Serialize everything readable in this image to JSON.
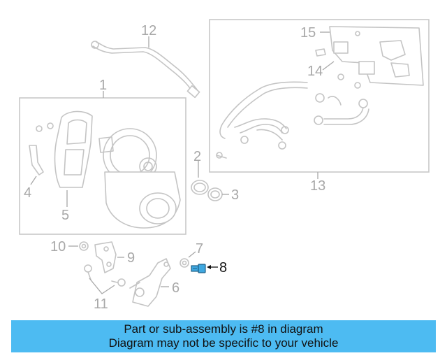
{
  "diagram": {
    "callouts": {
      "c1": "1",
      "c2": "2",
      "c3": "3",
      "c4": "4",
      "c5": "5",
      "c6": "6",
      "c7": "7",
      "c8": "8",
      "c9": "9",
      "c10": "10",
      "c11": "11",
      "c12": "12",
      "c13": "13",
      "c14": "14",
      "c15": "15"
    },
    "highlighted_part": "8",
    "highlight_color": "#3fa8e0",
    "line_color": "#c4c4c4"
  },
  "banner": {
    "line1": "Part or sub-assembly is #8 in diagram",
    "line2": "Diagram may not be specific to your vehicle",
    "background": "#4dbbf2"
  }
}
